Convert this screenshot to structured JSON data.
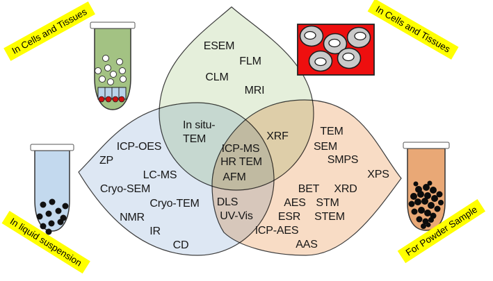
{
  "figure": {
    "type": "venn-diagram",
    "banners": {
      "top_left": "In Cells and Tissues",
      "top_right": "In Cells and Tissues",
      "bottom_left": "In liquid suspension",
      "bottom_right": "For Powder Sample"
    },
    "regions": {
      "cells_tissues": {
        "items": [
          "ESEM",
          "FLM",
          "CLM",
          "MRI"
        ]
      },
      "cells_and_liquid": {
        "items": [
          "In situ-",
          "TEM"
        ]
      },
      "liquid": {
        "items": [
          "ICP-OES",
          "ZP",
          "LC-MS",
          "Cryo-SEM",
          "Cryo-TEM",
          "NMR",
          "IR",
          "CD"
        ]
      },
      "all_three": {
        "items": [
          "ICP-MS",
          "HR TEM",
          "AFM"
        ]
      },
      "liquid_and_powder": {
        "items": [
          "DLS",
          "UV-Vis"
        ]
      },
      "cells_and_powder": {
        "items": [
          "XRF"
        ]
      },
      "powder": {
        "items": [
          "TEM",
          "SEM",
          "SMPS",
          "XPS",
          "BET",
          "XRD",
          "AES",
          "STM",
          "ESR",
          "STEM",
          "ICP-AES",
          "AAS"
        ]
      }
    },
    "colors": {
      "cells_tissues_fill": "#e5efdb",
      "liquid_fill": "#dde7f3",
      "powder_fill": "#f8dcc5",
      "banner_bg": "#ffff00",
      "tissue_box_red": "#ee0f0f",
      "cell_gray": "#c9c9c9",
      "tube_green": "#a3c283",
      "tube_blue": "#c3d9ee",
      "tube_orange": "#e9a876",
      "outline": "#3d3d3d"
    }
  }
}
